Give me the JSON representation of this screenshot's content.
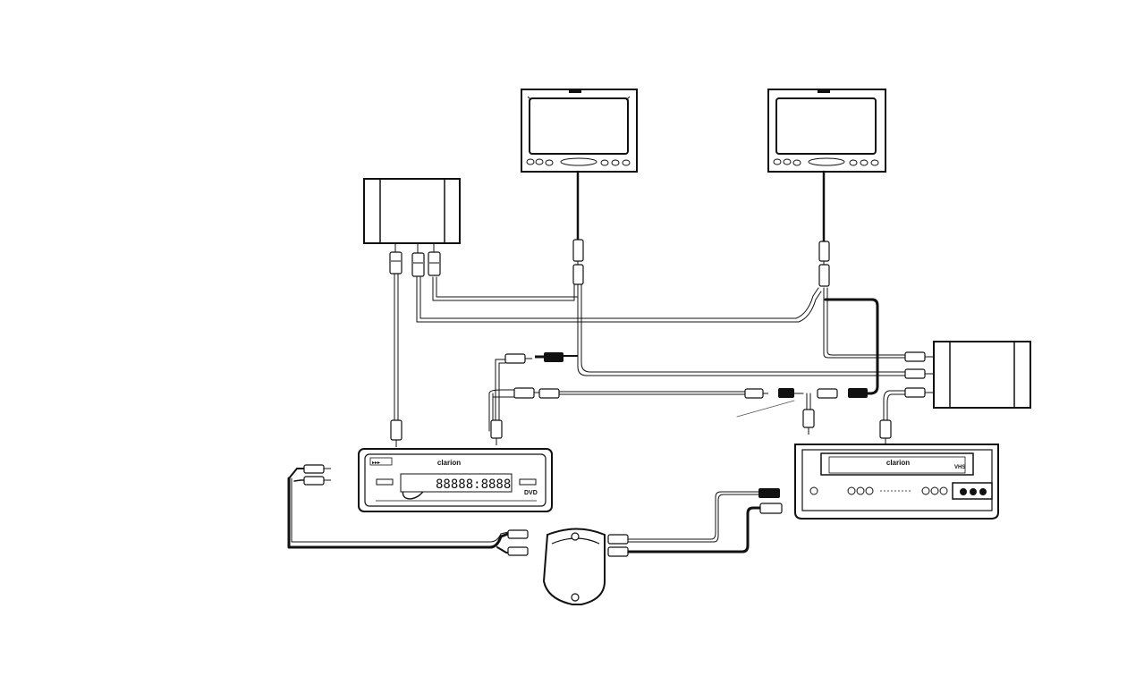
{
  "head_unit": {
    "brand": "clarion",
    "display": "88888:8888",
    "badge": "DVD"
  },
  "vcr": {
    "brand": "clarion",
    "badge": "VHS"
  }
}
